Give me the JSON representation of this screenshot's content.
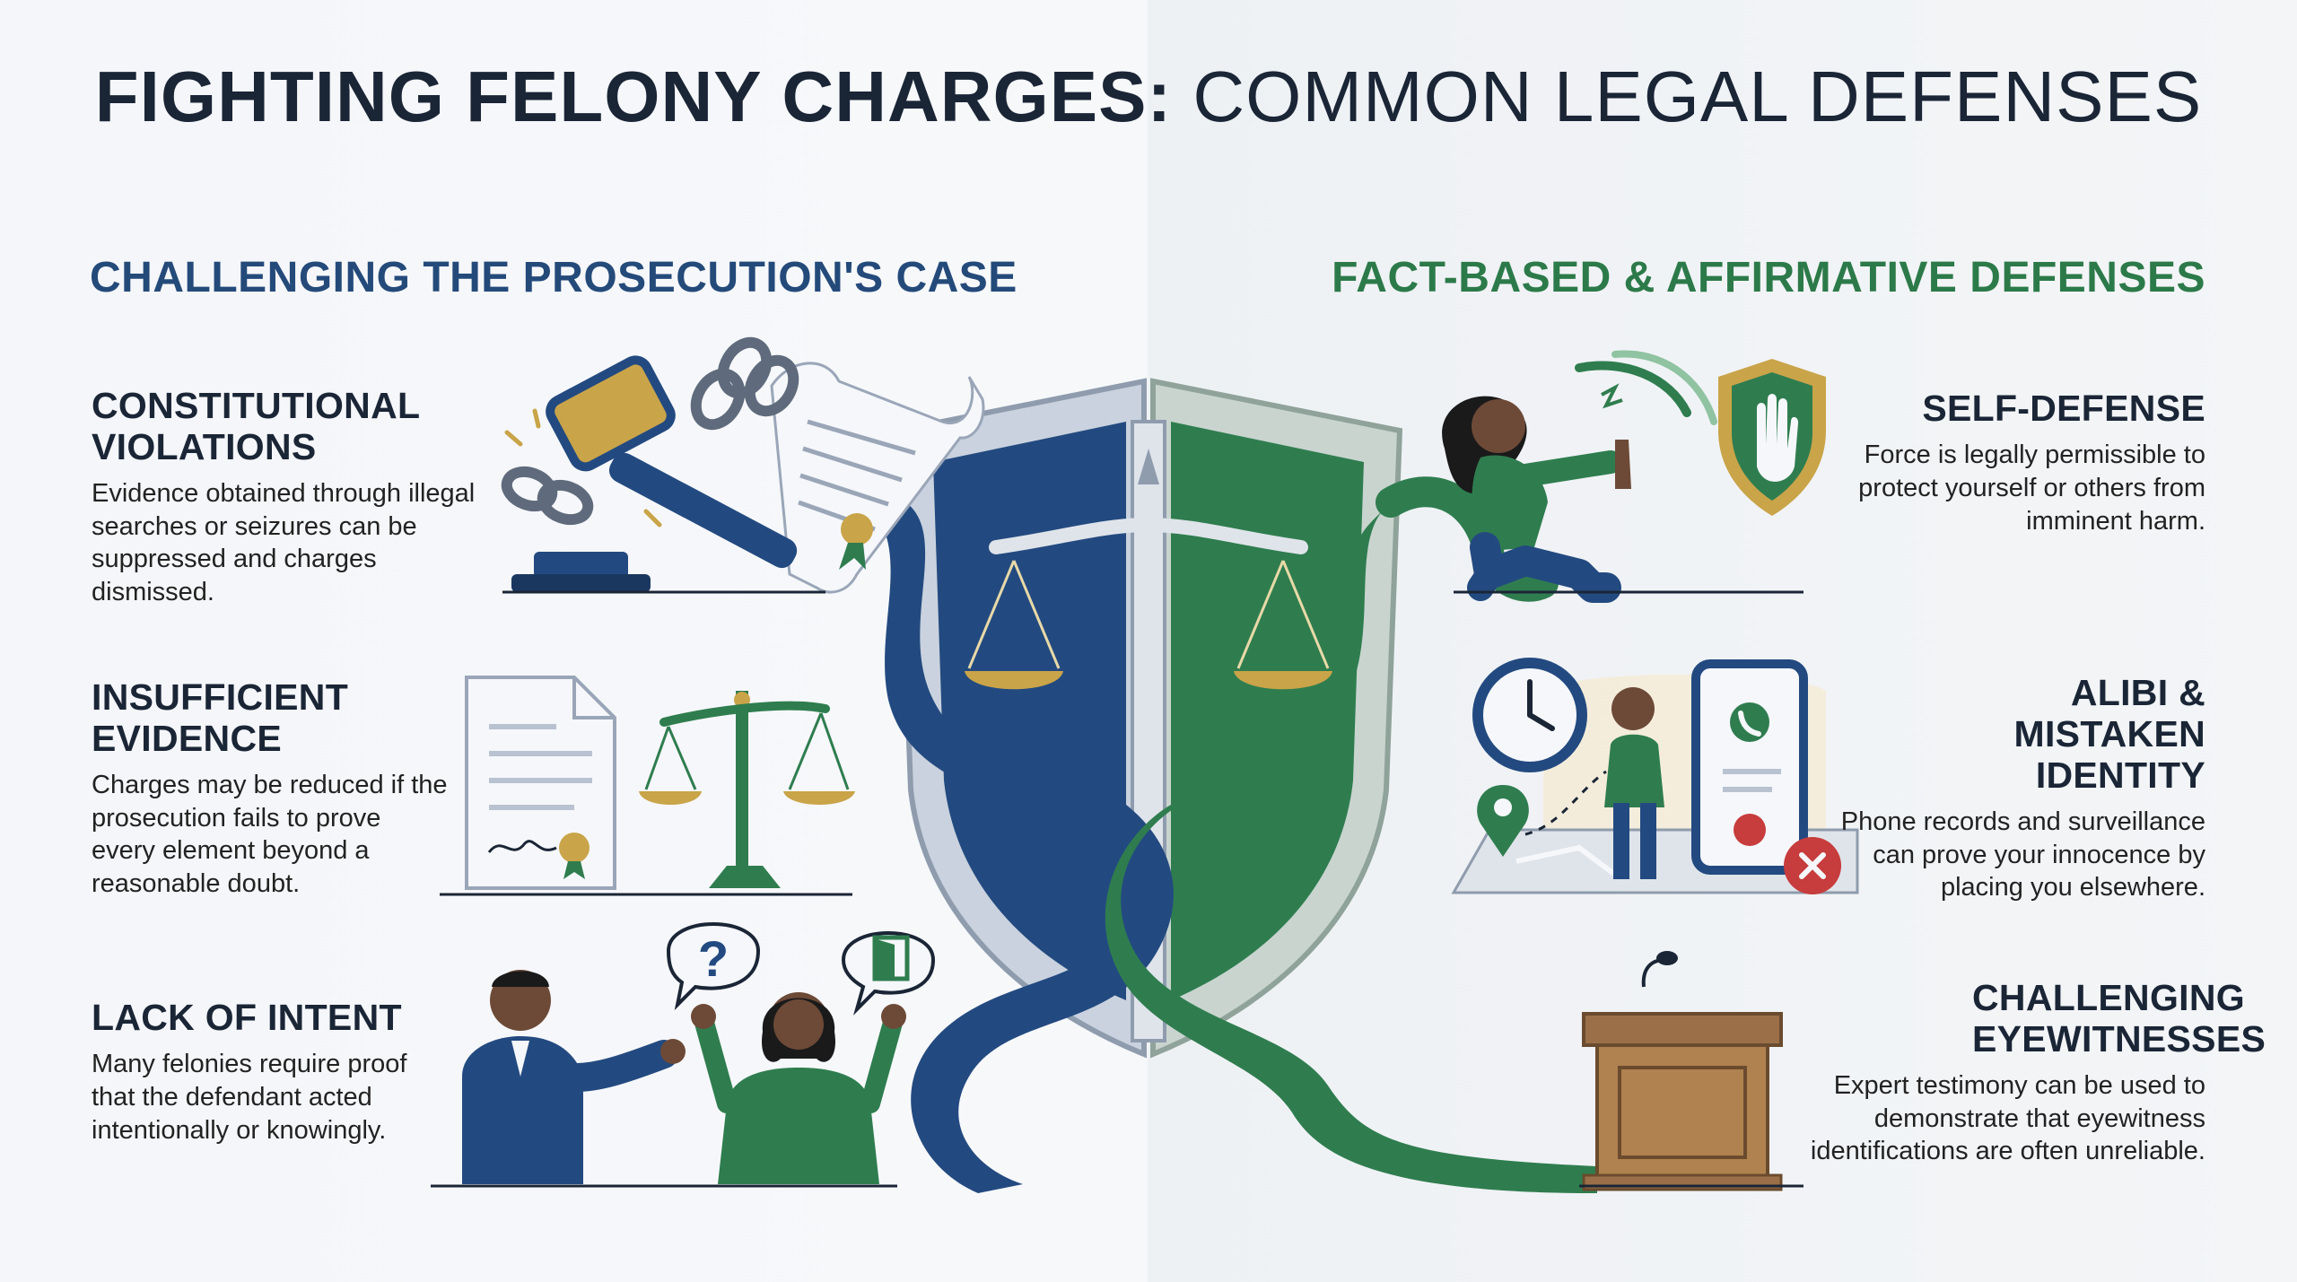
{
  "title_bold": "FIGHTING FELONY CHARGES:",
  "title_light": "COMMON LEGAL DEFENSES",
  "left_section": {
    "title": "CHALLENGING THE PROSECUTION'S CASE",
    "items": [
      {
        "heading": "CONSTITUTIONAL VIOLATIONS",
        "text": "Evidence obtained through illegal searches or seizures can be suppressed and charges dismissed."
      },
      {
        "heading": "INSUFFICIENT EVIDENCE",
        "text": "Charges may be reduced if the prosecution fails to prove every element beyond a reasonable doubt."
      },
      {
        "heading": "LACK OF INTENT",
        "text": "Many felonies require proof that the defendant acted intentionally or knowingly."
      }
    ]
  },
  "right_section": {
    "title": "FACT-BASED & AFFIRMATIVE DEFENSES",
    "items": [
      {
        "heading": "SELF-DEFENSE",
        "text": "Force is legally permissible to protect yourself or others from imminent harm."
      },
      {
        "heading": "ALIBI & MISTAKEN IDENTITY",
        "text": "Phone records and surveillance can prove your innocence by placing you elsewhere."
      },
      {
        "heading": "CHALLENGING EYEWITNESSES",
        "text": "Expert testimony can be used to demonstrate that eyewitness identifications are often unreliable."
      }
    ]
  },
  "icon_text": {
    "question_mark": "?"
  },
  "colors": {
    "navy": "#244a7a",
    "green": "#2c7a49",
    "dark_text": "#1a2536",
    "gold": "#c9a449"
  }
}
